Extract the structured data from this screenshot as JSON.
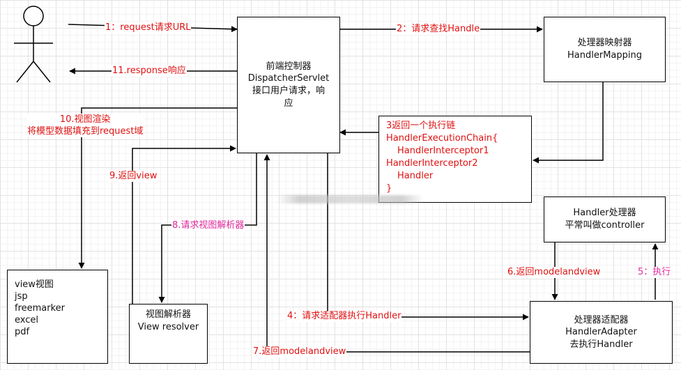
{
  "nodes": {
    "dispatcher": {
      "lines": [
        "前端控制器",
        "DispatcherServlet",
        "接口用户请求，响",
        "应"
      ]
    },
    "handler_mapping": {
      "lines": [
        "处理器映射器",
        "HandlerMapping"
      ]
    },
    "execution_chain": {
      "lines": [
        "3返回一个执行链",
        "HandlerExecutionChain{",
        "HandlerInterceptor1",
        "HandlerInterceptor2",
        "Handler",
        "}"
      ]
    },
    "handler": {
      "lines": [
        "Handler处理器",
        "平常叫做controller"
      ]
    },
    "handler_adapter": {
      "lines": [
        "处理器适配器",
        "HandlerAdapter",
        "去执行Handler"
      ]
    },
    "view": {
      "lines": [
        "view视图",
        "jsp",
        "freemarker",
        "excel",
        "pdf"
      ]
    },
    "view_resolver": {
      "lines": [
        "视图解析器",
        "View resolver"
      ]
    }
  },
  "edges": {
    "e1": "1：request请求URL",
    "e2": "2：请求查找Handle",
    "e4": "4：请求适配器执行Handler",
    "e5": "5：执行",
    "e6": "6.返回modelandview",
    "e7": "7.返回modelandview",
    "e8": "8.请求视图解析器",
    "e9": "9.返回view",
    "e10": [
      "10.视图渲染",
      "将模型数据填充到request域"
    ],
    "e11": "11.response响应"
  },
  "colors": {
    "line": "#000000",
    "label_red": "#e01010",
    "label_pink": "#e0289c"
  }
}
